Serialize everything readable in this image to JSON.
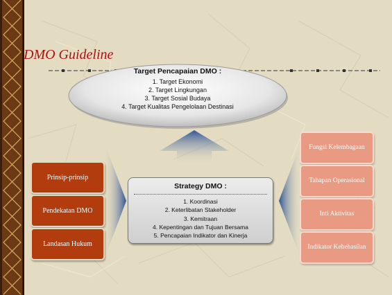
{
  "title": "DMO Guideline",
  "target": {
    "heading": "Target Pencapaian DMO :",
    "items": [
      "1.  Target Ekonomi",
      "2.  Target Lingkungan",
      "3.  Target Sosial Budaya",
      "4.  Target Kualitas Pengelolaan Destinasi"
    ]
  },
  "strategy": {
    "heading": "Strategy DMO :",
    "items": [
      "1.      Koordinasi",
      "2.      Keterlibatan Stakeholder",
      "3.      Kemitraan",
      "4.      Kepentingan dan Tujuan Bersama",
      "5.      Pencapaian Indikator dan Kinerja"
    ]
  },
  "left_boxes": [
    "Prinsip-prinsip",
    "Pendekatan DMO",
    "Landasan Hukum"
  ],
  "right_boxes": [
    "Fungsi Kelembagaan",
    "Tahapan Operasional",
    "Inti Aktivitas",
    "Indikator Kebehasilan"
  ],
  "colors": {
    "title": "#b01010",
    "left_box": "#b23c0e",
    "right_box": "#e99a82",
    "arrow": "#2f5597",
    "background": "#e3dcc2"
  }
}
